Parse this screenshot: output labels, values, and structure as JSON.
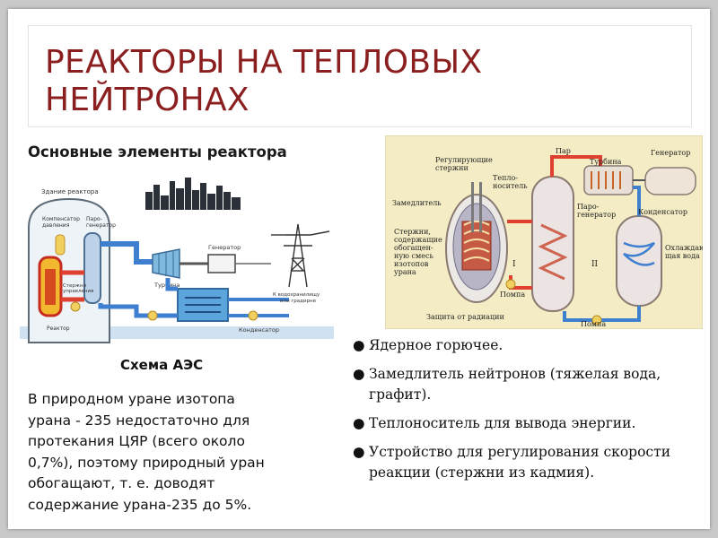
{
  "slide": {
    "title": "РЕАКТОРЫ НА ТЕПЛОВЫХ\nНЕЙТРОНАХ",
    "subtitle": "Основные элементы реактора",
    "left_caption": "Схема АЭС",
    "left_paragraph": "В природном уране  изотопа\nурана - 235 недостаточно для\nпротекания ЦЯР (всего около\n0,7%), поэтому природный уран\nобогащают, т. е. доводят\nсодержание урана-235 до 5%.",
    "bullets": [
      "Ядерное горючее.",
      "Замедлитель нейтронов (тяжелая вода, графит).",
      "Теплоноситель для вывода энергии.",
      "Устройство для регулирования скорости реакции (стержни из кадмия)."
    ],
    "bullet_symbol": "●"
  },
  "aes_diagram": {
    "labels": {
      "building": "Здание реактора",
      "compensator_1": "Компенсатор",
      "compensator_2": "давления",
      "steam_gen_1": "Паро-",
      "steam_gen_2": "генератор",
      "rods_1": "Стержни",
      "rods_2": "управления",
      "reactor": "Реактор",
      "turbine": "Турбина",
      "generator": "Генератор",
      "condenser": "Конденсатор",
      "to_reservoir_1": "К водохранилищу",
      "to_reservoir_2": "или градирне"
    }
  },
  "reactor_diagram": {
    "labels": {
      "steam": "Пар",
      "turbine": "Турбина",
      "generator": "Генератор",
      "control_rods_1": "Регулирующие",
      "control_rods_2": "стержни",
      "coolant_1": "Тепло-",
      "coolant_2": "носитель",
      "moderator": "Замедлитель",
      "steam_gen_1": "Паро-",
      "steam_gen_2": "генератор",
      "condenser": "Конденсатор",
      "fuel_1": "Стержни,",
      "fuel_2": "содержащие",
      "fuel_3": "обогащен-",
      "fuel_4": "ную смесь",
      "fuel_5": "изотопов",
      "fuel_6": "урана",
      "loop_1": "I",
      "loop_2": "II",
      "cooling_1": "Охлаждаю-",
      "cooling_2": "щая вода",
      "pump_1": "Помпа",
      "pump_2": "Помпа",
      "shield": "Защита от радиации"
    }
  },
  "colors": {
    "title": "#8b1f1f",
    "background": "#c9c9c9",
    "diagram_bg": "#f3ecc4",
    "hot_loop": "#e04030",
    "cold_loop": "#3f7fd0"
  }
}
